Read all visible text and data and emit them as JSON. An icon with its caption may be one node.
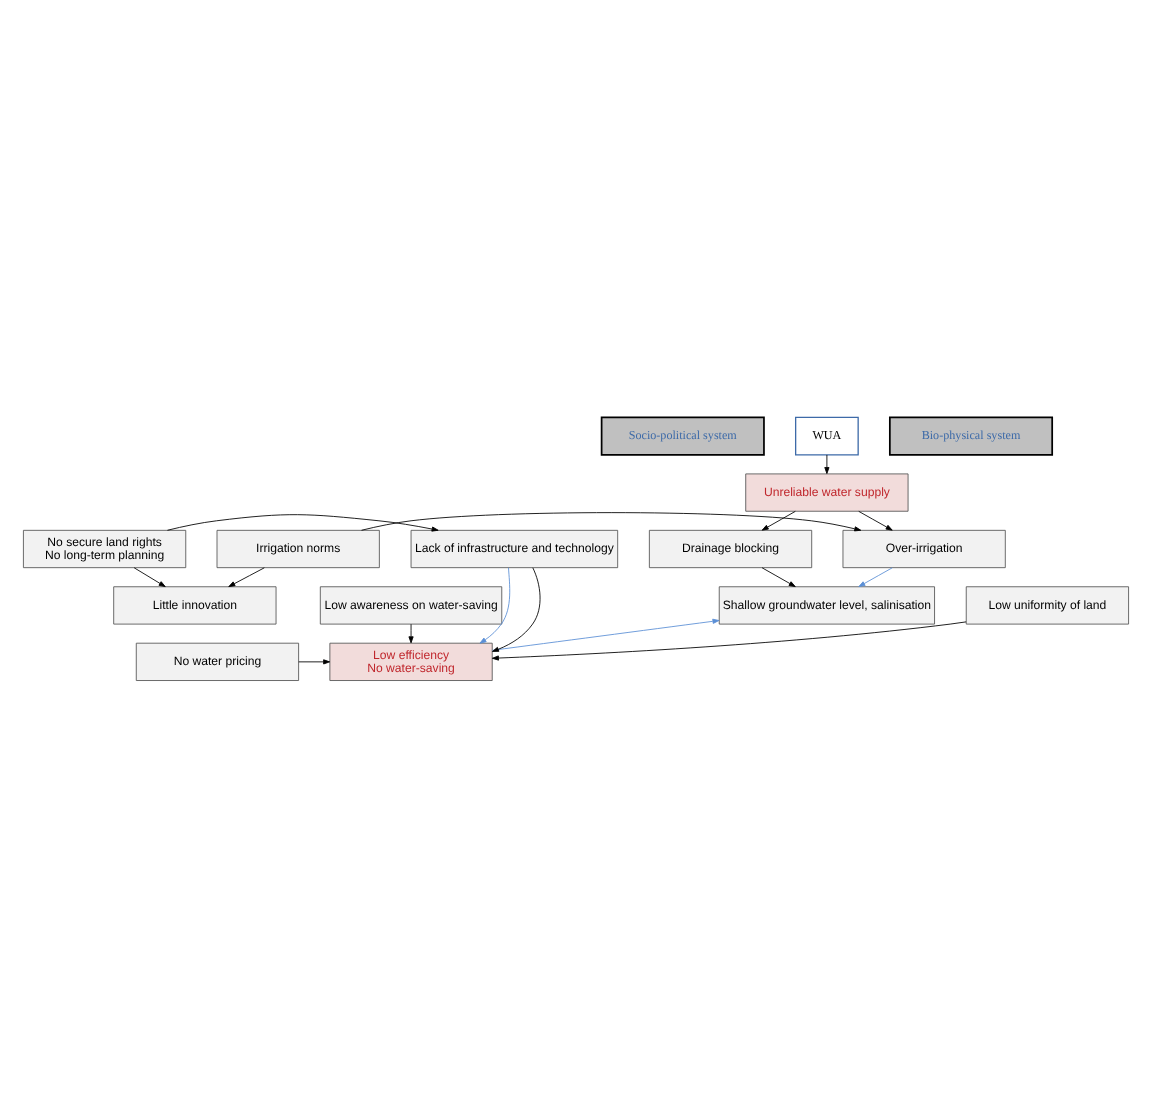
{
  "diagram": {
    "nodes": [
      {
        "text": [
          "Socio-political system"
        ]
      },
      {
        "text": [
          "WUA"
        ]
      },
      {
        "text": [
          "Bio-physical system"
        ]
      },
      {
        "text": [
          "Unreliable water supply"
        ]
      },
      {
        "text": [
          "Drainage blocking"
        ]
      },
      {
        "text": [
          "Irrigation norms"
        ]
      },
      {
        "text": [
          "Over-irrigation"
        ]
      },
      {
        "text": [
          "Low awareness on water-saving"
        ]
      },
      {
        "text": [
          "Shallow groundwater level, salinisation"
        ]
      },
      {
        "text": [
          "No water pricing"
        ]
      },
      {
        "text": [
          "Low efficiency",
          "No water-saving"
        ]
      },
      {
        "text": [
          "No secure land rights",
          "No long-term planning"
        ]
      },
      {
        "text": [
          "Lack of infrastructure and technology"
        ]
      },
      {
        "text": [
          "Little innovation"
        ]
      },
      {
        "text": [
          "Low uniformity of land"
        ]
      }
    ],
    "edges": [
      {
        "from": 1,
        "to": 3,
        "arrow": "to"
      },
      {
        "from": 3,
        "to": 4,
        "arrow": "to"
      },
      {
        "from": 3,
        "to": 6,
        "arrow": "to"
      },
      {
        "from": 5,
        "to": 6,
        "arrow": "to"
      },
      {
        "from": 4,
        "to": 8,
        "arrow": "to"
      },
      {
        "from": 6,
        "to": 8,
        "arrow": "to",
        "color": "#5b8fd6"
      },
      {
        "from": 7,
        "to": 10,
        "arrow": "to"
      },
      {
        "from": 9,
        "to": 10,
        "arrow": "to"
      },
      {
        "from": 10,
        "to": 8,
        "arrow": "to",
        "color": "#5b8fd6"
      },
      {
        "from": 12,
        "to": 10,
        "arrow": "to",
        "color": "#5b8fd6"
      },
      {
        "from": 12,
        "to": 10,
        "arrow": "to"
      },
      {
        "from": 14,
        "to": 10,
        "arrow": "to"
      },
      {
        "from": 11,
        "to": 12,
        "arrow": "to"
      },
      {
        "from": 11,
        "to": 13,
        "arrow": "to"
      },
      {
        "from": 5,
        "to": 13,
        "arrow": "to"
      }
    ]
  }
}
